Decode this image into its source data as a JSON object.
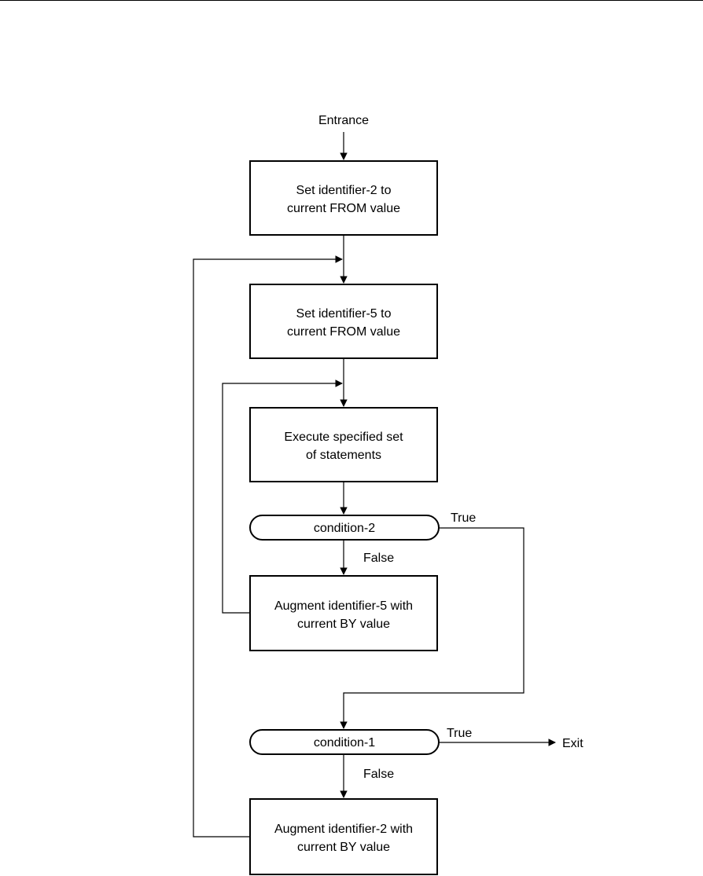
{
  "diagram": {
    "entrance_label": "Entrance",
    "exit_label": "Exit",
    "box_set_id2": {
      "line1": "Set identifier-2 to",
      "line2": "current FROM value"
    },
    "box_set_id5": {
      "line1": "Set identifier-5 to",
      "line2": "current FROM value"
    },
    "box_execute": {
      "line1": "Execute specified set",
      "line2": "of statements"
    },
    "decision_cond2": {
      "label": "condition-2",
      "true_label": "True",
      "false_label": "False"
    },
    "box_augment_id5": {
      "line1": "Augment identifier-5 with",
      "line2": "current BY value"
    },
    "decision_cond1": {
      "label": "condition-1",
      "true_label": "True",
      "false_label": "False"
    },
    "box_augment_id2": {
      "line1": "Augment identifier-2 with",
      "line2": "current BY value"
    },
    "colors": {
      "stroke": "#000000",
      "fill": "#ffffff"
    }
  }
}
